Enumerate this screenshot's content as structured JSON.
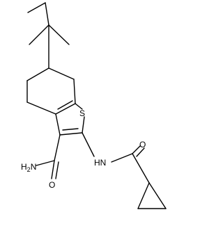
{
  "diagram": {
    "type": "chemical-structure",
    "atom_labels": {
      "sulfur": "S",
      "carboxamide_nitrogen": "H2N",
      "carboxamide_oxygen": "O",
      "amide_nh": "HN",
      "amide_oxygen": "O"
    },
    "colors": {
      "bond": "#000000",
      "label": "#000000",
      "background": "#ffffff"
    }
  }
}
